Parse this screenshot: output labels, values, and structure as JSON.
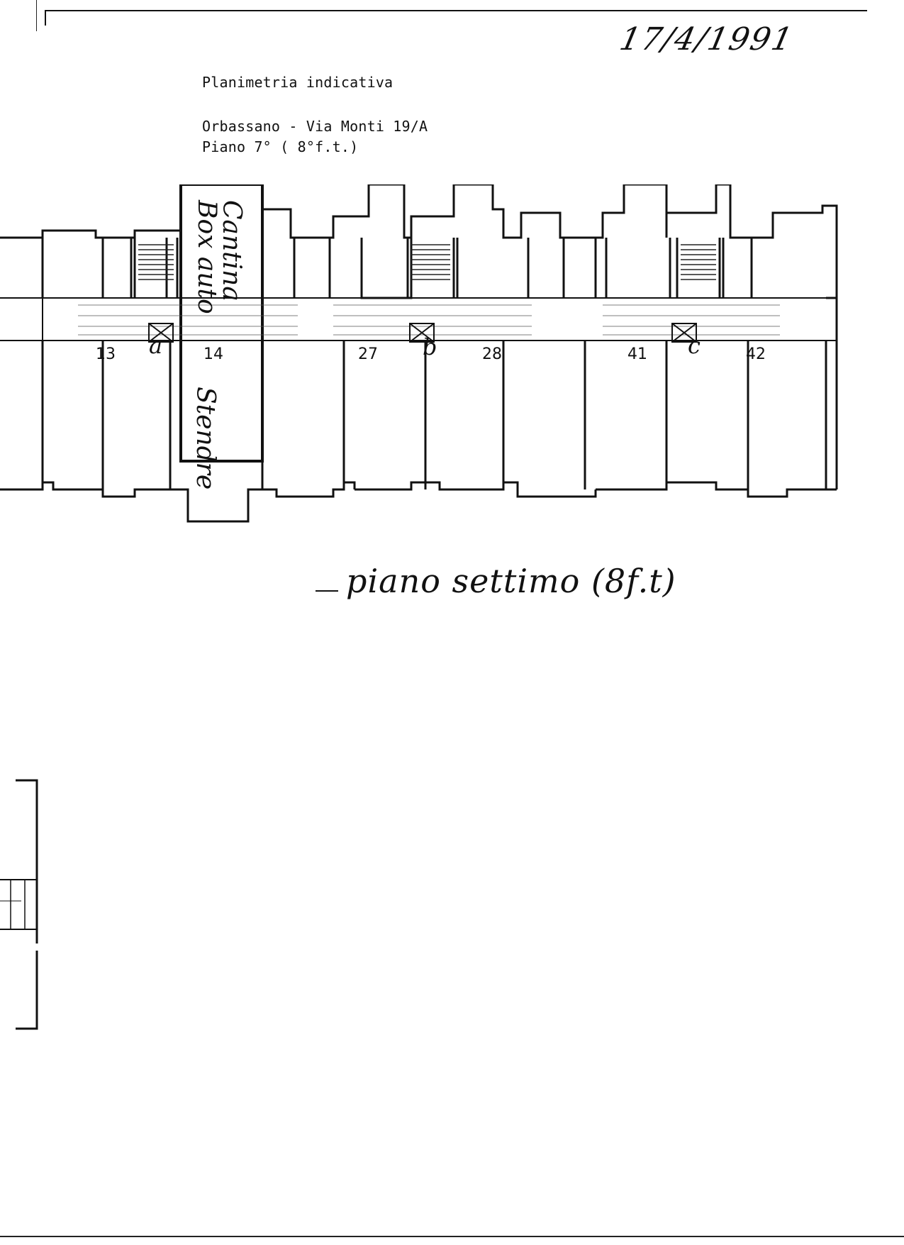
{
  "header": {
    "title": "Planimetria indicativa",
    "address": "Orbassano - Via Monti 19/A",
    "floor": "Piano 7° ( 8°f.t.)"
  },
  "handwritten_date": "17/4/1991",
  "caption": "piano settimo (8f.t)",
  "stairwells": [
    {
      "label": "a"
    },
    {
      "label": "b"
    },
    {
      "label": "c"
    }
  ],
  "units": [
    {
      "label": "13"
    },
    {
      "label": "14"
    },
    {
      "label": "27"
    },
    {
      "label": "28"
    },
    {
      "label": "41"
    },
    {
      "label": "42"
    }
  ],
  "handwritten_notes": [
    "Cantina",
    "Box auto",
    "Stendre"
  ]
}
